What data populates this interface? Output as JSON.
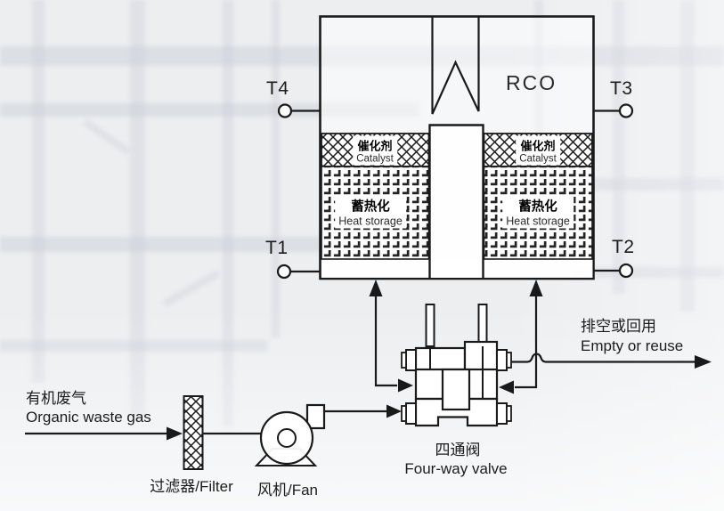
{
  "diagram": {
    "title": "RCO",
    "colors": {
      "line": "#1a1a1a",
      "background": "#eceef0",
      "fill": "#ffffff"
    },
    "sensors": {
      "t4": "T4",
      "t3": "T3",
      "t1": "T1",
      "t2": "T2"
    },
    "chambers": {
      "catalyst_zh": "催化剂",
      "catalyst_en": "Catalyst",
      "heat_zh": "蓄热化",
      "heat_en": "Heat storage"
    },
    "inlet": {
      "zh": "有机废气",
      "en": "Organic waste gas"
    },
    "outlet": {
      "zh": "排空或回用",
      "en": "Empty or reuse"
    },
    "filter_label": "过滤器/Filter",
    "fan_label": "风机/Fan",
    "valve": {
      "zh": "四通阀",
      "en": "Four-way valve"
    }
  }
}
